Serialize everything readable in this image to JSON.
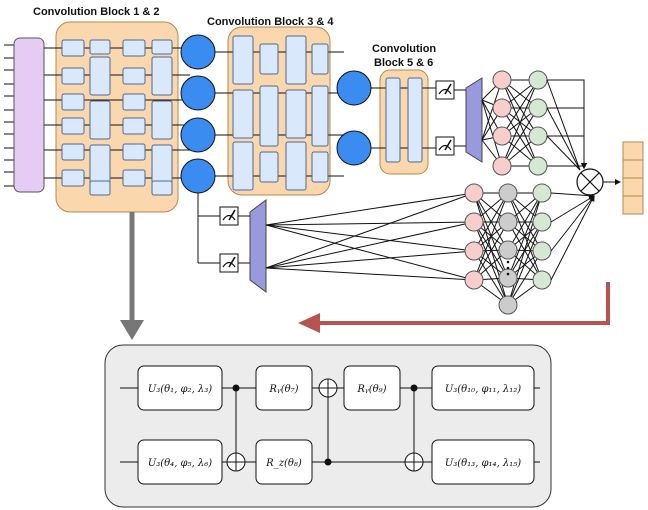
{
  "labels": {
    "block_1_2": "Convolution Block 1 & 2",
    "block_3_4": "Convolution Block 3 & 4",
    "block_5_6_line1": "Convolution",
    "block_5_6_line2": "Block 5 & 6"
  },
  "gates": {
    "g1": "U₃(θ₁, φ₂, λ₃)",
    "g2": "U₃(θ₄, φ₅, λ₆)",
    "g3": "Rᵧ(θ₇)",
    "g4": "R_z(θ₈)",
    "g5": "Rᵧ(θ₉)",
    "g6": "U₃(θ₁₀, φ₁₁, λ₁₂)",
    "g7": "U₃(θ₁₃, φ₁₄, λ₁₅)"
  },
  "colors": {
    "input_block": "#e6ccf5",
    "conv_block_bg": "#fad7ac",
    "conv_gate": "#dae8fc",
    "qubit_circle": "#3b8cf0",
    "pool_trapezoid": "#9999dd",
    "mlp_input_node": "#f8cecc",
    "mlp_hidden_node": "#d5e8d4",
    "mlp_gray_node": "#cccccc",
    "output_cells": "#fad7ac",
    "arrow_gray": "#777777",
    "arrow_red": "#b85450",
    "circuit_panel": "#ececec"
  },
  "icons": [
    "measurement-meter-icon",
    "sum-combine-icon",
    "cnot-target-icon",
    "control-dot-icon"
  ]
}
